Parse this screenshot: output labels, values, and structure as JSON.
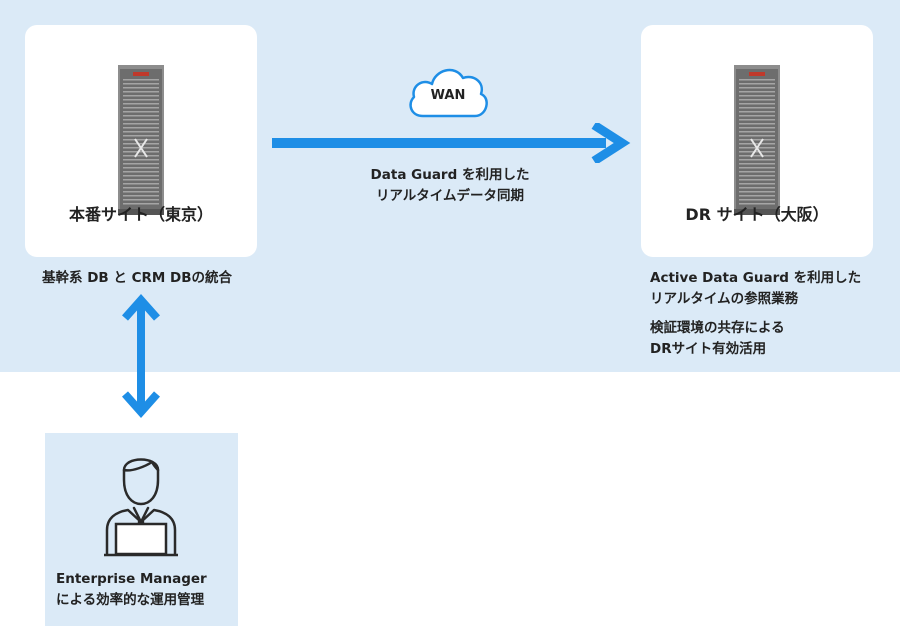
{
  "primary_site": {
    "title": "本番サイト（東京）"
  },
  "dr_site": {
    "title": "DR サイト（大阪）"
  },
  "consolidation": "基幹系 DB と CRM DBの統合",
  "wan": {
    "label": "WAN"
  },
  "data_guard": {
    "line1": "Data Guard を利用した",
    "line2": "リアルタイムデータ同期"
  },
  "dr_notes": {
    "line1": "Active Data Guard を利用した",
    "line2": "リアルタイムの参照業務",
    "line3": "検証環境の共存による",
    "line4": "DRサイト有効活用"
  },
  "enterprise_manager": {
    "line1": "Enterprise Manager",
    "line2": "による効率的な運用管理"
  },
  "colors": {
    "band": "#dbeaf7",
    "arrow": "#1e8ee6",
    "server": "#8a8a8a",
    "accent": "#c0392b"
  }
}
